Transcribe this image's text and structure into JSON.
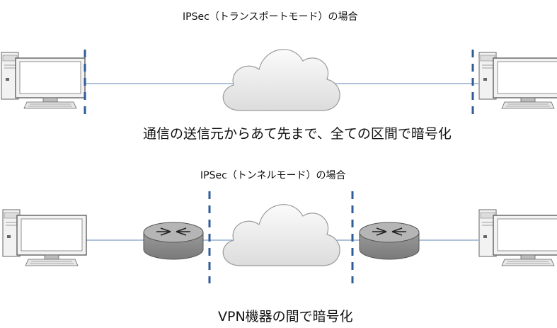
{
  "transport": {
    "title": "IPSec（トランスポートモード）の場合",
    "caption": "通信の送信元からあて先まで、全ての区間で暗号化"
  },
  "tunnel": {
    "title": "IPSec（トンネルモード）の場合",
    "caption": "VPN機器の間で暗号化"
  },
  "colors": {
    "line": "#7f9dc8",
    "dash": "#2f5b99",
    "cloud_fill": "#e9e9e9",
    "router_fill": "#8f8f8f"
  },
  "icons": [
    "computer-icon",
    "cloud-icon",
    "router-icon"
  ]
}
